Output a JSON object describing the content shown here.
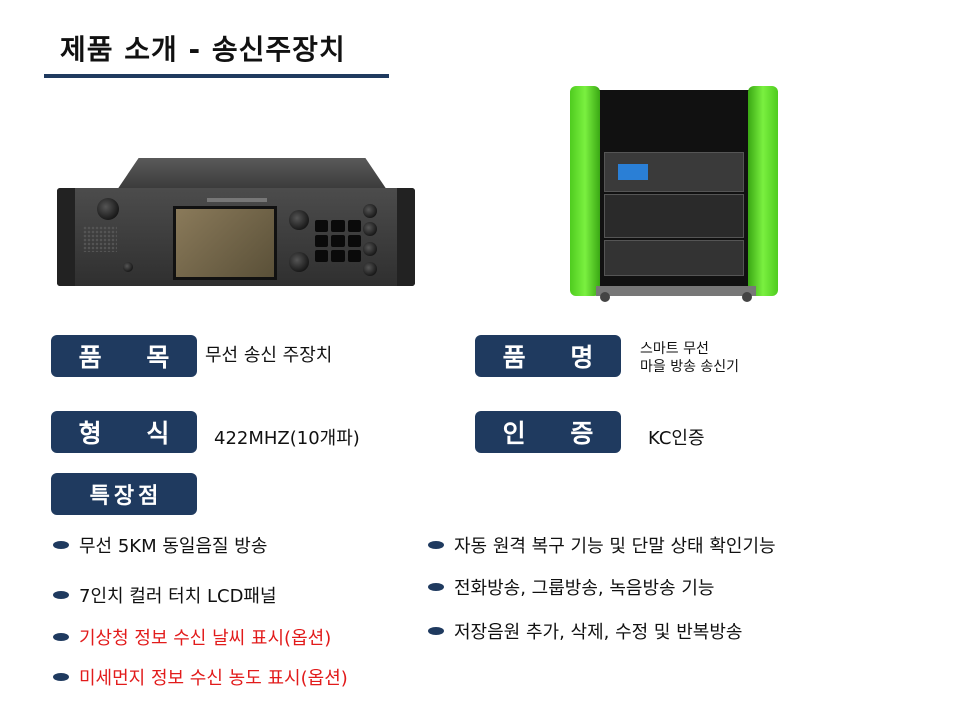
{
  "title": "제품 소개 - 송신주장치",
  "fields": {
    "item_label": "품 목",
    "item_value": "무선 송신 주장치",
    "name_label": "품 명",
    "name_value_line1": "스마트 무선",
    "name_value_line2": "마을 방송 송신기",
    "type_label": "형 식",
    "type_value": "422MHZ(10개파)",
    "cert_label": "인 증",
    "cert_value": "KC인증"
  },
  "features": {
    "label": "특장점",
    "left": [
      {
        "text": "무선 5KM 동일음질 방송",
        "color": "#111111"
      },
      {
        "text": "7인치 컬러 터치 LCD패널",
        "color": "#111111"
      },
      {
        "text": "기상청 정보 수신 날씨 표시(옵션)",
        "color": "#e21b1b"
      },
      {
        "text": "미세먼지 정보 수신 농도 표시(옵션)",
        "color": "#e21b1b"
      }
    ],
    "right": [
      {
        "text": "자동 원격 복구 기능 및 단말 상태 확인기능",
        "color": "#111111"
      },
      {
        "text": "전화방송, 그룹방송, 녹음방송 기능",
        "color": "#111111"
      },
      {
        "text": "저장음원 추가, 삭제, 수정 및 반복방송",
        "color": "#111111"
      }
    ]
  },
  "colors": {
    "accent": "#1f3a5f",
    "option_text": "#e21b1b",
    "cabinet_green": "#5fd62a"
  }
}
